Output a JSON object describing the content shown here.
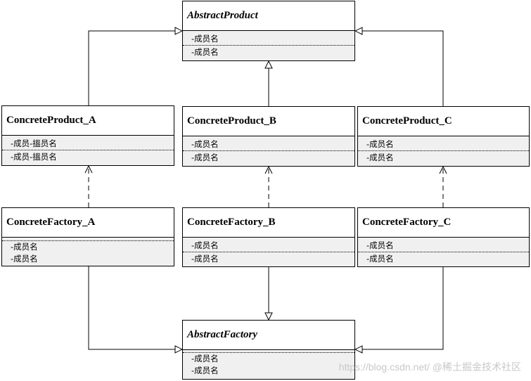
{
  "classes": {
    "abstract_product": {
      "name": "AbstractProduct",
      "members": [
        "-成员名",
        "-成员名"
      ]
    },
    "product_a": {
      "name": "ConcreteProduct_A",
      "members": [
        "-成员-搵员名",
        "-成员-搵员名"
      ]
    },
    "product_b": {
      "name": "ConcreteProduct_B",
      "members": [
        "-成员名",
        "-成员名"
      ]
    },
    "product_c": {
      "name": "ConcreteProduct_C",
      "members": [
        "-成员名",
        "-成员名"
      ]
    },
    "factory_a": {
      "name": "ConcreteFactory_A",
      "members": [
        "-成员名",
        "-成员名"
      ]
    },
    "factory_b": {
      "name": "ConcreteFactory_B",
      "members": [
        "-成员名",
        "-成员名"
      ]
    },
    "factory_c": {
      "name": "ConcreteFactory_C",
      "members": [
        "-成员名",
        "-成员名"
      ]
    },
    "abstract_factory": {
      "name": "AbstractFactory",
      "members": [
        "-成员名",
        "-成员名"
      ]
    }
  },
  "watermark": {
    "text": "https://blog.csdn.net/",
    "brand": "@稀土掘金技术社区"
  },
  "colors": {
    "line": "#000000",
    "member_bg": "#f0f0f0",
    "watermark": "#c8c8c8"
  }
}
